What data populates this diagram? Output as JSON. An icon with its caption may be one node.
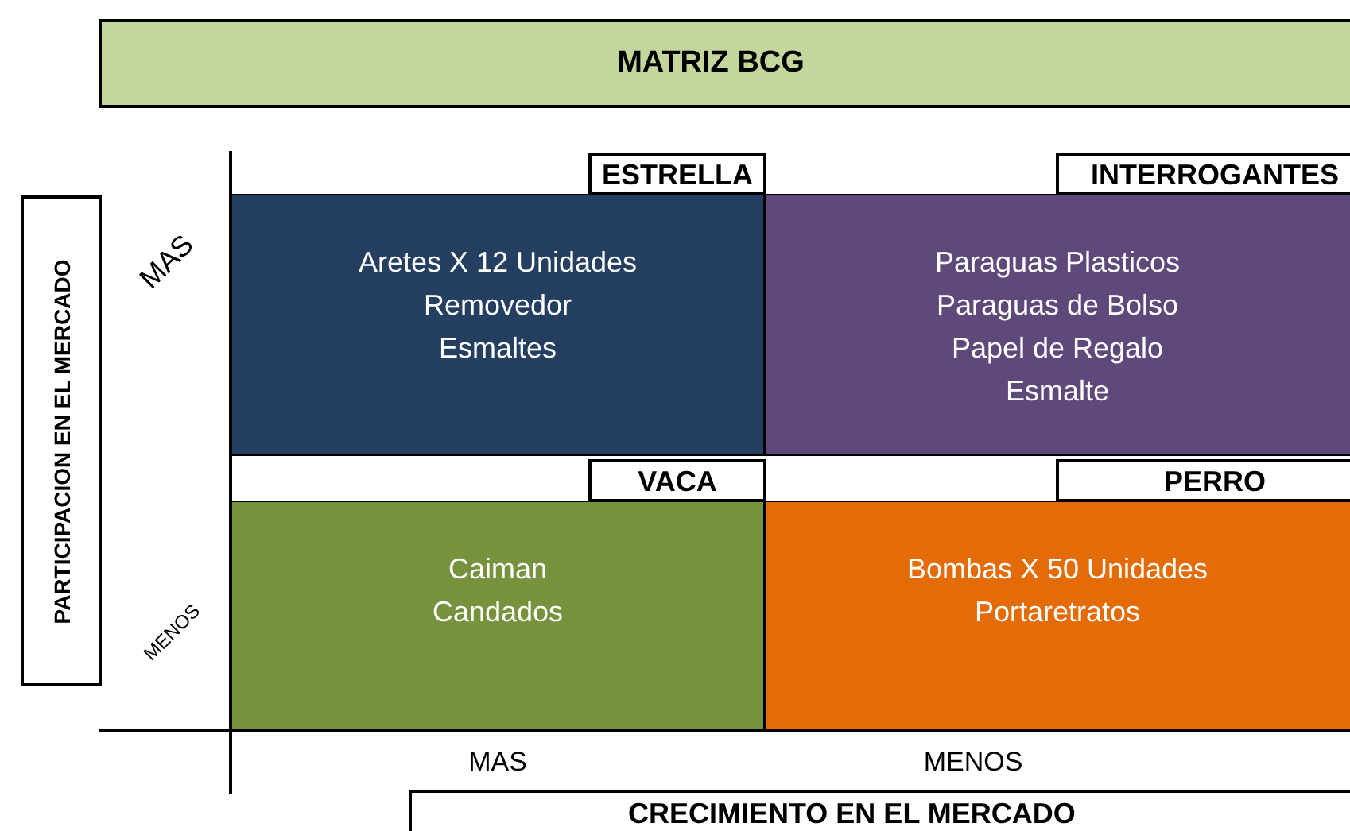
{
  "diagram": {
    "title": "MATRIZ BCG",
    "nodes": [
      {
        "text": [
          "ESTRELLA",
          "Aretes X 12 Unidades",
          "Removedor",
          "Esmaltes"
        ]
      },
      {
        "text": [
          "INTERROGANTES",
          "Paraguas Plasticos",
          "Paraguas de Bolso",
          "Papel de Regalo",
          "Esmalte"
        ]
      },
      {
        "text": [
          "VACA",
          "Caiman",
          "Candados"
        ]
      },
      {
        "text": [
          "PERRO",
          "Bombas X 50 Unidades",
          "Portaretratos"
        ]
      }
    ],
    "labels": [
      "PARTICIPACION EN EL MERCADO",
      "MAS",
      "MENOS",
      "MAS",
      "MENOS",
      "CRECIMIENTO EN EL MERCADO"
    ]
  }
}
